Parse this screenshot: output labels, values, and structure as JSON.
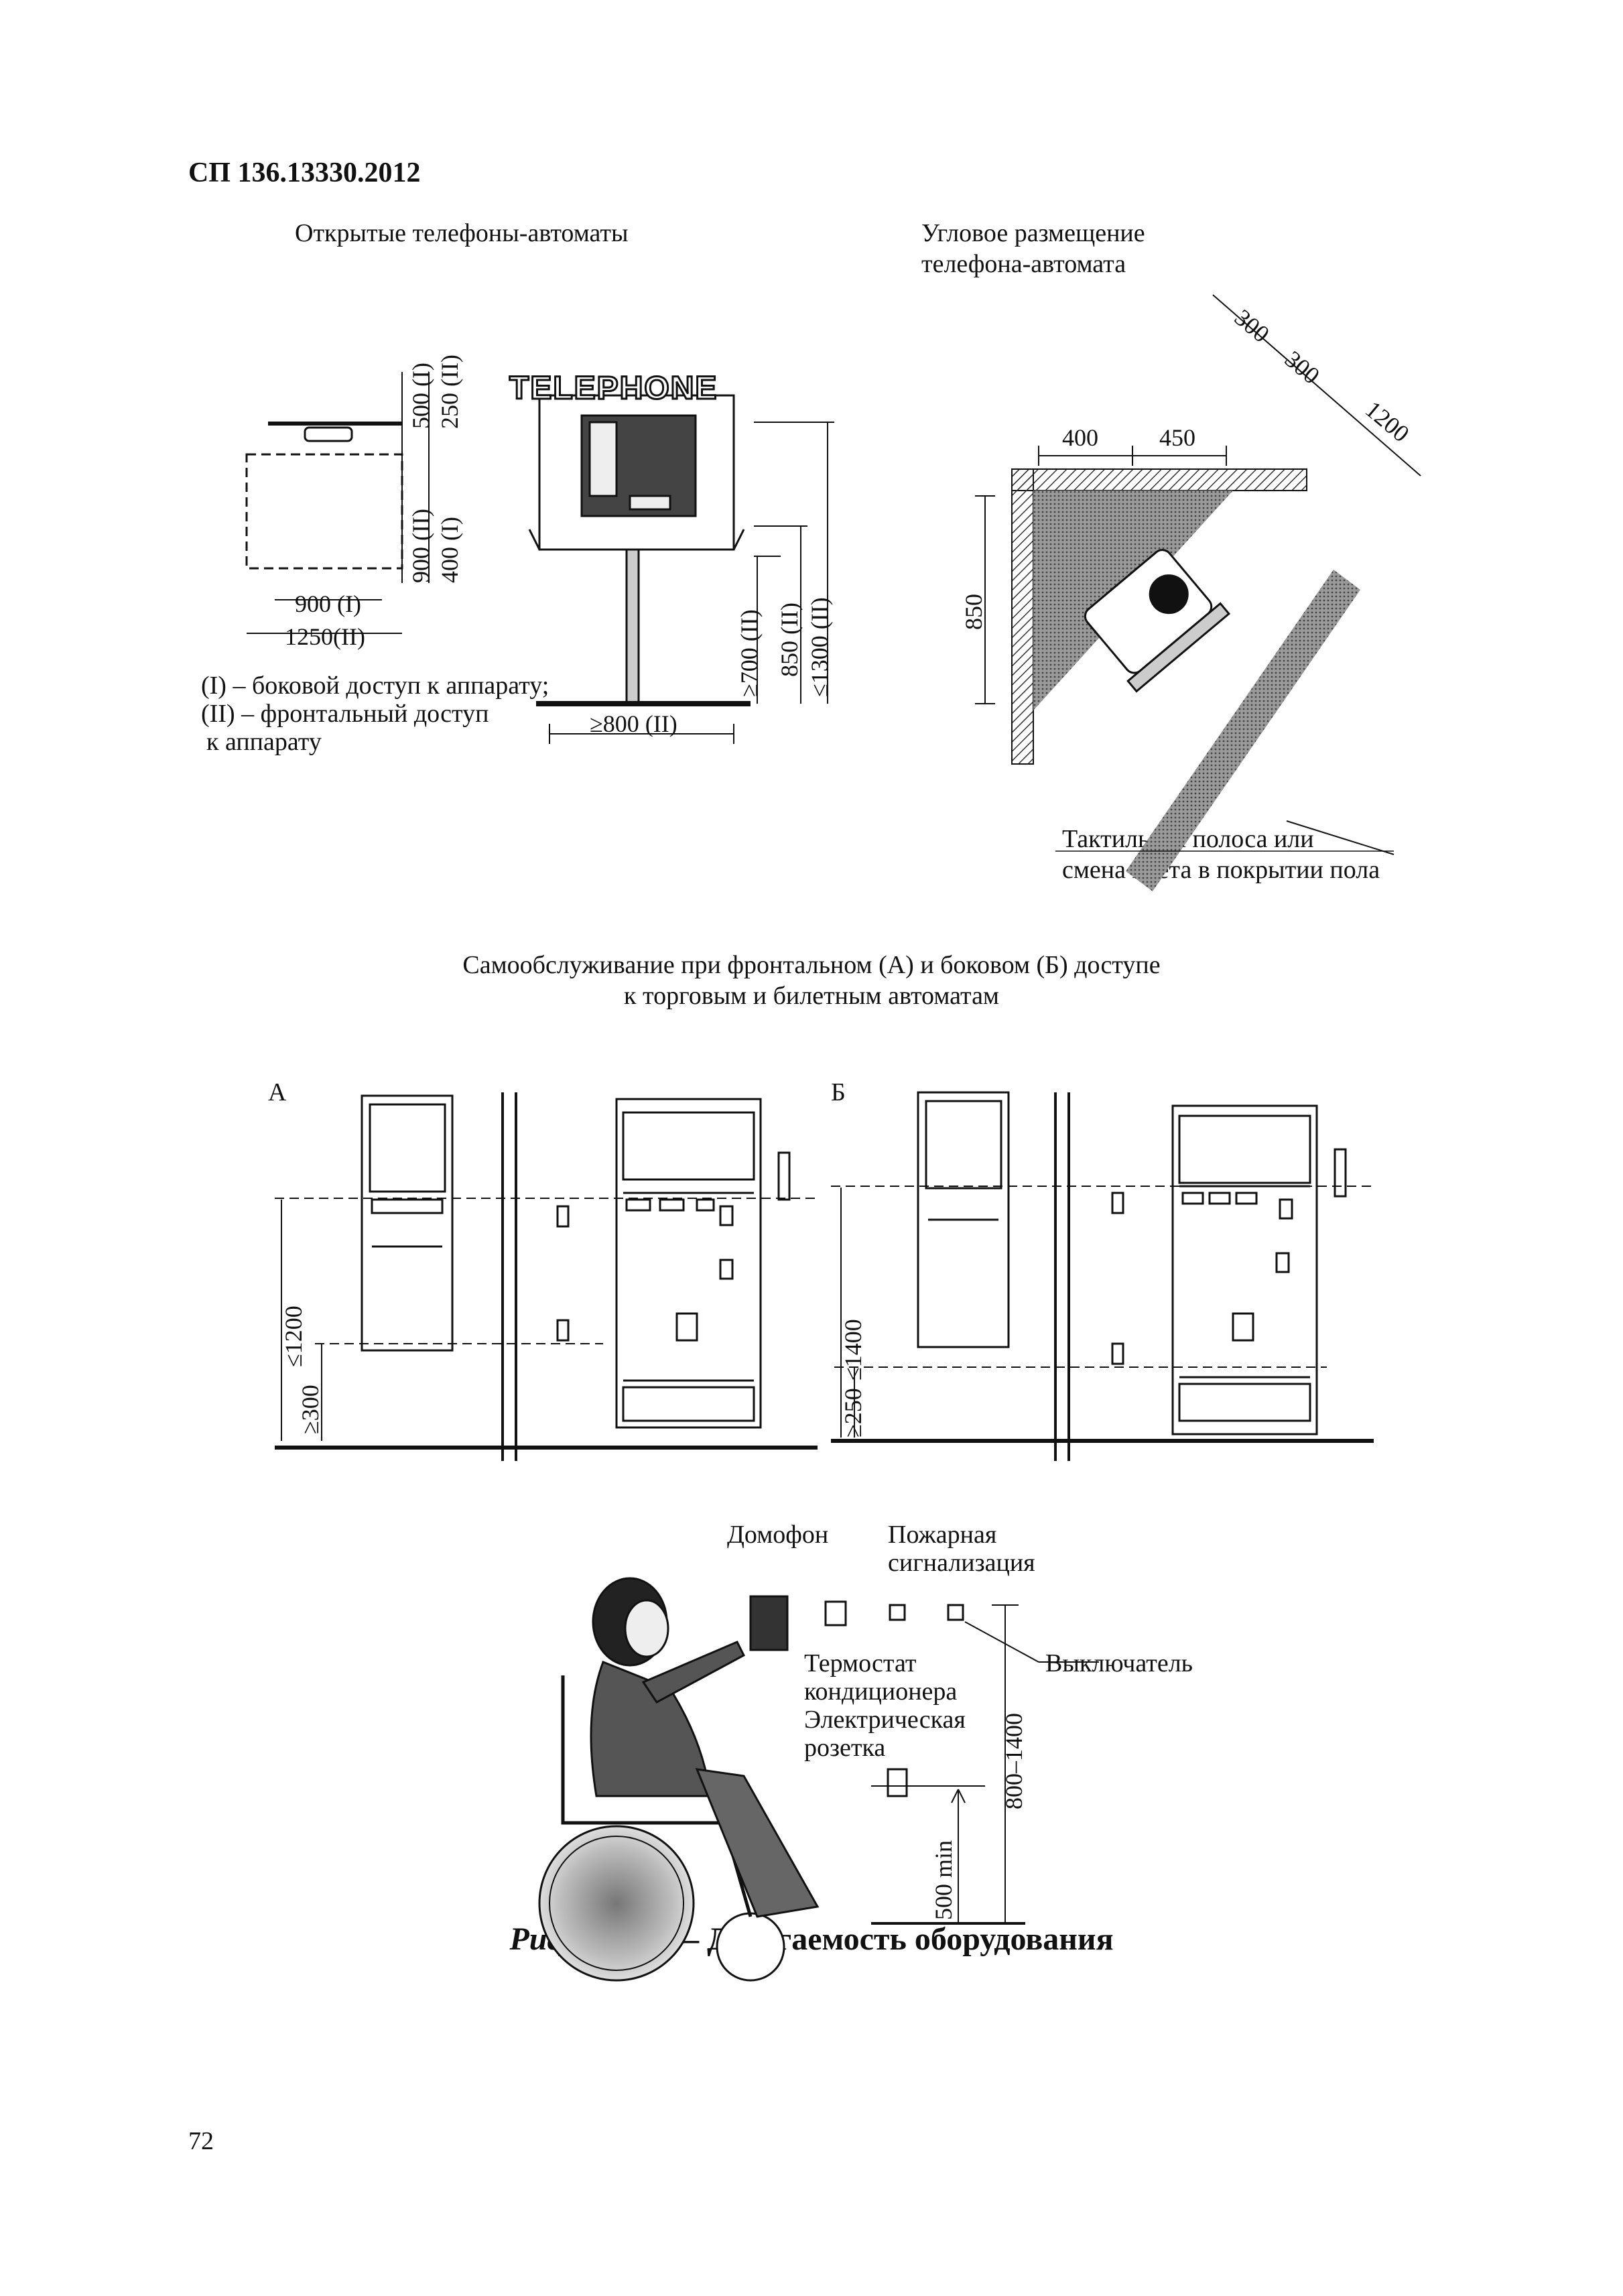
{
  "header": {
    "doc_id": "СП 136.13330.2012"
  },
  "phones_open": {
    "title": "Открытые телефоны-автоматы",
    "sign": "TELEPHONE",
    "dims": {
      "d500": "500 (I)",
      "d250": "250 (II)",
      "d900v": "900 (II)",
      "d400": "400 (I)",
      "d900h": "900 (I)",
      "d1250": "1250(II)",
      "d700": "≥700 (II)",
      "d850": "850 (II)",
      "d1300": "≤1300 (II)",
      "d800": "≥800 (II)"
    },
    "legend": [
      "(I) – боковой доступ к аппарату;",
      "(II) – фронтальный доступ",
      "к аппарату"
    ]
  },
  "phones_corner": {
    "title_lines": [
      "Угловое размещение",
      "телефона-автомата"
    ],
    "dims": {
      "d300a": "300",
      "d300b": "300",
      "d1200": "1200",
      "d400": "400",
      "d450": "450",
      "d850": "850"
    },
    "note_lines": [
      "Тактильная полоса или",
      "смена цвета в покрытии пола"
    ]
  },
  "selfservice": {
    "title_lines": [
      "Самообслуживание при фронтальном (А) и боковом (Б) доступе",
      "к торговым и билетным автоматам"
    ],
    "label_a": "А",
    "label_b": "Б",
    "dims_a": {
      "max": "≤1200",
      "min": "≥300"
    },
    "dims_b": {
      "max": "≤1400",
      "min": "≥250"
    }
  },
  "reach": {
    "intercom": "Домофон",
    "fire_lines": [
      "Пожарная",
      "сигнализация"
    ],
    "switch": "Выключатель",
    "thermo_lines": [
      "Термостат",
      "кондиционера"
    ],
    "socket_lines": [
      "Электрическая",
      "розетка"
    ],
    "d500min": "500 min",
    "d800_1400": "800–1400"
  },
  "caption": {
    "prefix": "Рисунок Г.6",
    "dash": " – ",
    "text": "Досягаемость оборудования"
  },
  "page_number": "72"
}
